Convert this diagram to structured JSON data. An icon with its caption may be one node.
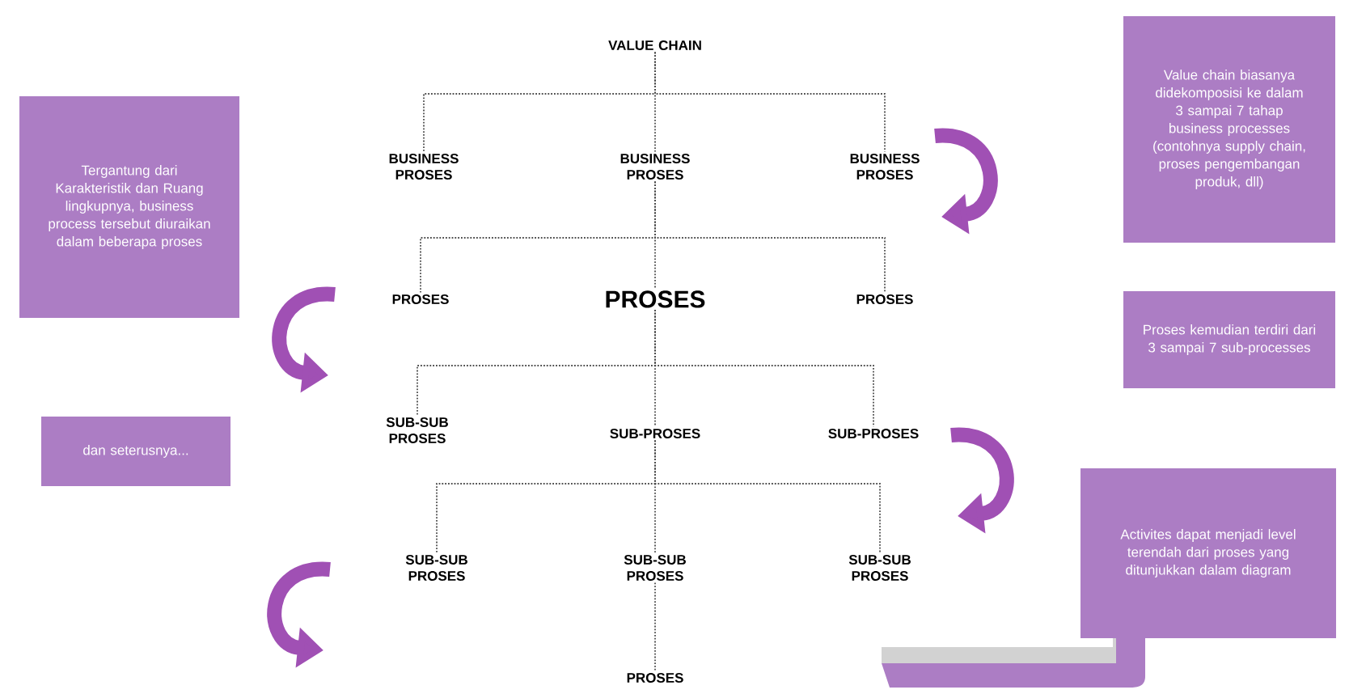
{
  "diagram": {
    "nodes": [
      {
        "text": [
          "VALUE CHAIN"
        ]
      },
      {
        "text": [
          "BUSINESS PROSES"
        ]
      },
      {
        "text": [
          "BUSINESS PROSES"
        ]
      },
      {
        "text": [
          "BUSINESS PROSES"
        ]
      },
      {
        "text": [
          "PROSES"
        ]
      },
      {
        "text": [
          "PROSES"
        ]
      },
      {
        "text": [
          "PROSES"
        ]
      },
      {
        "text": [
          "SUB-SUB PROSES"
        ]
      },
      {
        "text": [
          "SUB-PROSES"
        ]
      },
      {
        "text": [
          "SUB-PROSES"
        ]
      },
      {
        "text": [
          "SUB-SUB PROSES"
        ]
      },
      {
        "text": [
          "SUB-SUB PROSES"
        ]
      },
      {
        "text": [
          "SUB-SUB PROSES"
        ]
      },
      {
        "text": [
          "PROSES"
        ]
      },
      {
        "text": [
          "Tergantung dari Karakteristik dan Ruang lingkupnya, business process tersebut diuraikan dalam beberapa proses"
        ]
      },
      {
        "text": [
          "dan seterusnya..."
        ]
      },
      {
        "text": [
          "Value chain biasanya didekomposisi ke dalam 3 sampai 7 tahap business processes (contohnya supply chain, proses pengembangan produk, dll)"
        ]
      },
      {
        "text": [
          "Proses kemudian terdiri dari 3 sampai 7 sub-processes"
        ]
      },
      {
        "text": [
          "Activites dapat menjadi level terendah dari proses yang ditunjukkan dalam diagram"
        ]
      }
    ],
    "edges": [
      {
        "from": 0,
        "to": 1,
        "arrow": "none"
      },
      {
        "from": 0,
        "to": 2,
        "arrow": "none"
      },
      {
        "from": 0,
        "to": 3,
        "arrow": "none"
      },
      {
        "from": 2,
        "to": 4,
        "arrow": "none"
      },
      {
        "from": 2,
        "to": 5,
        "arrow": "none"
      },
      {
        "from": 2,
        "to": 6,
        "arrow": "none"
      },
      {
        "from": 5,
        "to": 7,
        "arrow": "none"
      },
      {
        "from": 5,
        "to": 8,
        "arrow": "none"
      },
      {
        "from": 5,
        "to": 9,
        "arrow": "none"
      },
      {
        "from": 8,
        "to": 10,
        "arrow": "none"
      },
      {
        "from": 8,
        "to": 11,
        "arrow": "none"
      },
      {
        "from": 8,
        "to": 12,
        "arrow": "none"
      },
      {
        "from": 11,
        "to": 13,
        "arrow": "none"
      }
    ]
  }
}
